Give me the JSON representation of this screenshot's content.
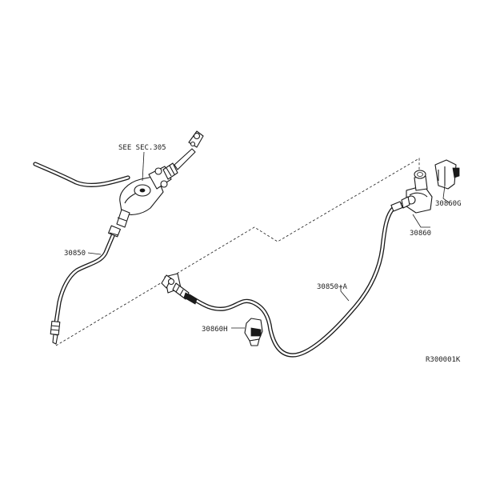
{
  "labels": {
    "see_sec": "SEE SEC.305",
    "part_30850": "30850",
    "part_30850_a": "30850+A",
    "part_30860": "30860",
    "part_30860g": "30860G",
    "part_30860h": "30860H",
    "figure_code": "R300001K"
  }
}
